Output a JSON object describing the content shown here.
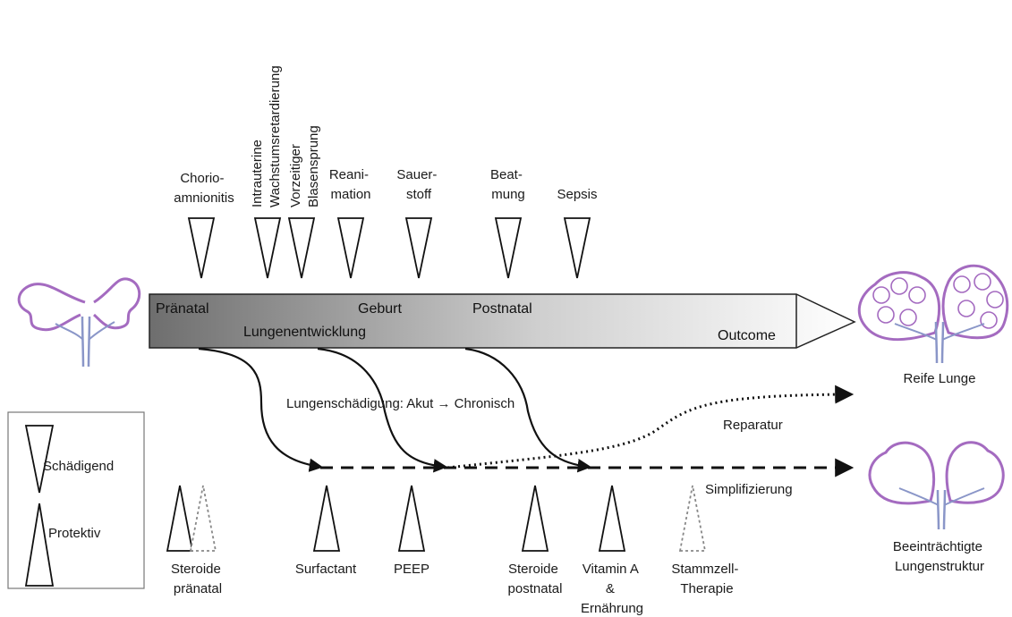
{
  "title": "",
  "bar": {
    "pranatal": "Pränatal",
    "geburt": "Geburt",
    "postnatal": "Postnatal",
    "lungenentwicklung": "Lungenentwicklung",
    "outcome": "Outcome"
  },
  "damaging_factors": [
    {
      "lines": [
        "Chorio-",
        "amnionitis"
      ]
    },
    {
      "lines": [
        "Intrauterine",
        "Wachstumsretardierung"
      ]
    },
    {
      "lines": [
        "Vorzeitiger",
        "Blasensprung"
      ]
    },
    {
      "lines": [
        "Reani-",
        "mation"
      ]
    },
    {
      "lines": [
        "Sauer-",
        "stoff"
      ]
    },
    {
      "lines": [
        "Beat-",
        "mung"
      ]
    },
    {
      "lines": [
        "Sepsis"
      ]
    }
  ],
  "protective_factors": [
    {
      "lines": [
        "Steroide",
        "pränatal"
      ]
    },
    {
      "lines": [
        "Surfactant"
      ]
    },
    {
      "lines": [
        "PEEP"
      ]
    },
    {
      "lines": [
        "Steroide",
        "postnatal"
      ]
    },
    {
      "lines": [
        "Vitamin A",
        "&",
        "Ernährung"
      ]
    },
    {
      "lines": [
        "Stammzell-",
        "Therapie"
      ]
    }
  ],
  "center_label": "Lungenschädigung: Akut ",
  "center_arrow": "→",
  "center_label_end": " Chronisch",
  "reparatur": "Reparatur",
  "simplifizierung": "Simplifizierung",
  "outcomes": {
    "mature": "Reife Lunge",
    "impaired_1": "Beeinträchtigte",
    "impaired_2": "Lungenstruktur"
  },
  "legend": {
    "damaging": "Schädigend",
    "protective": "Protektiv"
  },
  "colors": {
    "bar_dark": "#6e6e6e",
    "bar_light": "#ffffff",
    "lung_purple": "#a46bc0",
    "lung_blue": "#8a96c8",
    "line": "#111111"
  }
}
